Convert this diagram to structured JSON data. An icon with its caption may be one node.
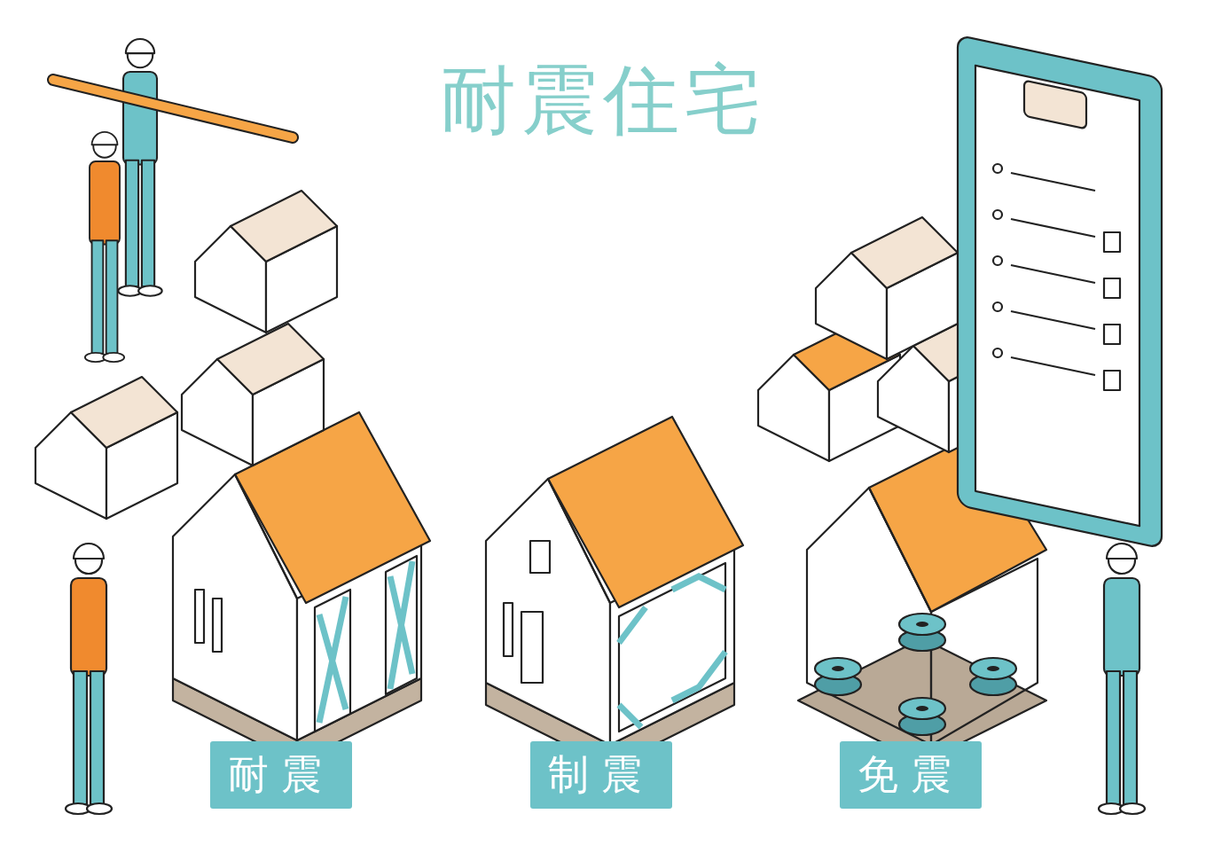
{
  "diagram": {
    "title": "耐震住宅",
    "nodes": [
      {
        "text": [
          "耐震"
        ]
      },
      {
        "text": [
          "制震"
        ]
      },
      {
        "text": [
          "免震"
        ]
      }
    ]
  }
}
